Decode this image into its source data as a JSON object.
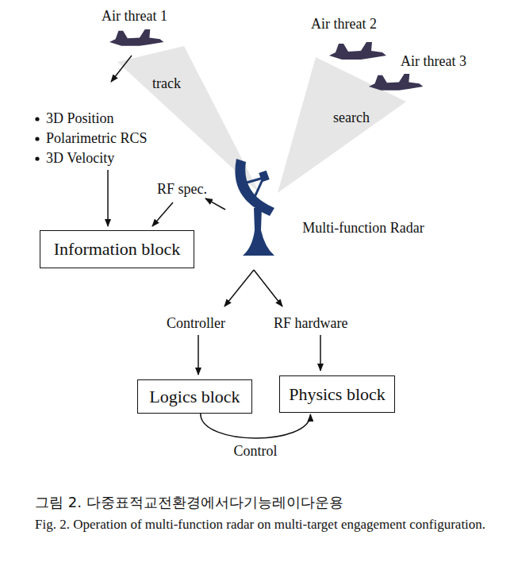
{
  "diagram": {
    "caption": "그림 2. 다중표적교전환경에서다기능레이다운용",
    "nodes": [
      {
        "text": [
          "Information block"
        ]
      },
      {
        "text": [
          "Logics block"
        ]
      },
      {
        "text": [
          "Physics block"
        ]
      }
    ],
    "edges": [
      {
        "from": 1,
        "to": 2,
        "label": "Control",
        "arrow": "to"
      }
    ],
    "labels": [
      "Air threat 1",
      "Air threat 2",
      "Air threat 3",
      "track",
      "search",
      "3D Position",
      "Polarimetric RCS",
      "3D Velocity",
      "RF spec.",
      "Multi-function Radar",
      "Controller",
      "RF hardware",
      "Fig. 2. Operation of multi-function radar on multi-target engagement configuration."
    ]
  }
}
